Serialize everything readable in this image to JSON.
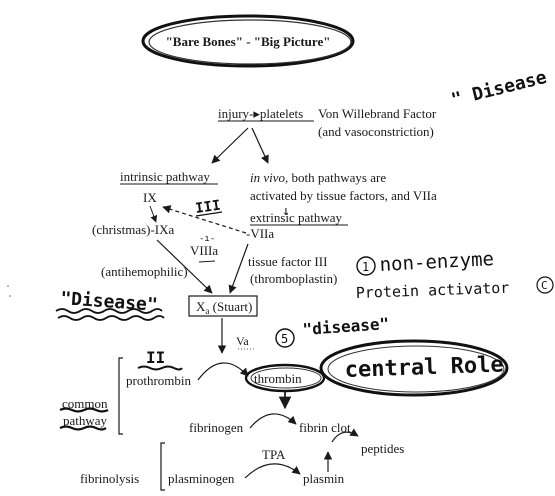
{
  "title": "\"Bare Bones\" - \"Big Picture\"",
  "nodes": {
    "injury_platelets": "injury-▸platelets",
    "von_willebrand": "Von Willebrand Factor",
    "vasoconstriction": "(and vasoconstriction)",
    "intrinsic_pathway": "intrinsic pathway",
    "ix": "IX",
    "christmas_ixa": "(christmas)-IXa",
    "viiia": "VIIIa",
    "antihemophilic": "(antihemophilic)",
    "in_vivo_word": "in vivo",
    "in_vivo_rest": ", both pathways are",
    "activated_line": "activated by tissue factors, and VIIa",
    "extrinsic_pathway": "extrinsic pathway",
    "viia": "-VIIa",
    "tissue_factor": "tissue factor III",
    "thromboplastin": "(thromboplastin)",
    "xa_main": "X",
    "xa_sub": "a",
    "xa_rest": " (Stuart)",
    "va": "Va",
    "prothrombin": "prothrombin",
    "thrombin": "thrombin",
    "common_pathway_1": "common",
    "common_pathway_2": "pathway",
    "fibrinogen": "fibrinogen",
    "fibrin_clot": "fibrin clot",
    "fibrinolysis": "fibrinolysis",
    "plasminogen": "plasminogen",
    "tpa": "TPA",
    "plasmin": "plasmin",
    "peptides": "peptides"
  },
  "annotations": {
    "disease_top": "\" Disease \"",
    "disease_left": "\"Disease\"",
    "disease_middle": "\"disease\"",
    "roman_iii": "III",
    "roman_ii": "II",
    "arrow_glyph": "↓",
    "circle_one": "1",
    "circle_five": "5",
    "circle_c": "C",
    "non_enzyme": "non-enzyme",
    "protein_activator": "Protein activator",
    "central_role": "central Role"
  }
}
